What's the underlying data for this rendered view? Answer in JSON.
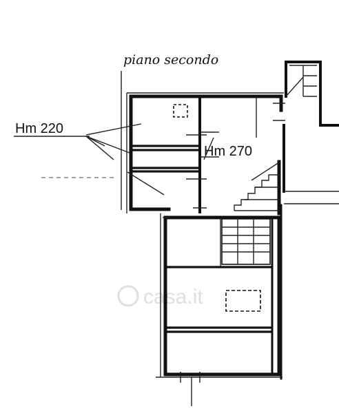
{
  "plan": {
    "title": "piano secondo",
    "height_label_left": "Hm 220",
    "height_label_right": "Hm 270",
    "watermark": "casa.it"
  }
}
